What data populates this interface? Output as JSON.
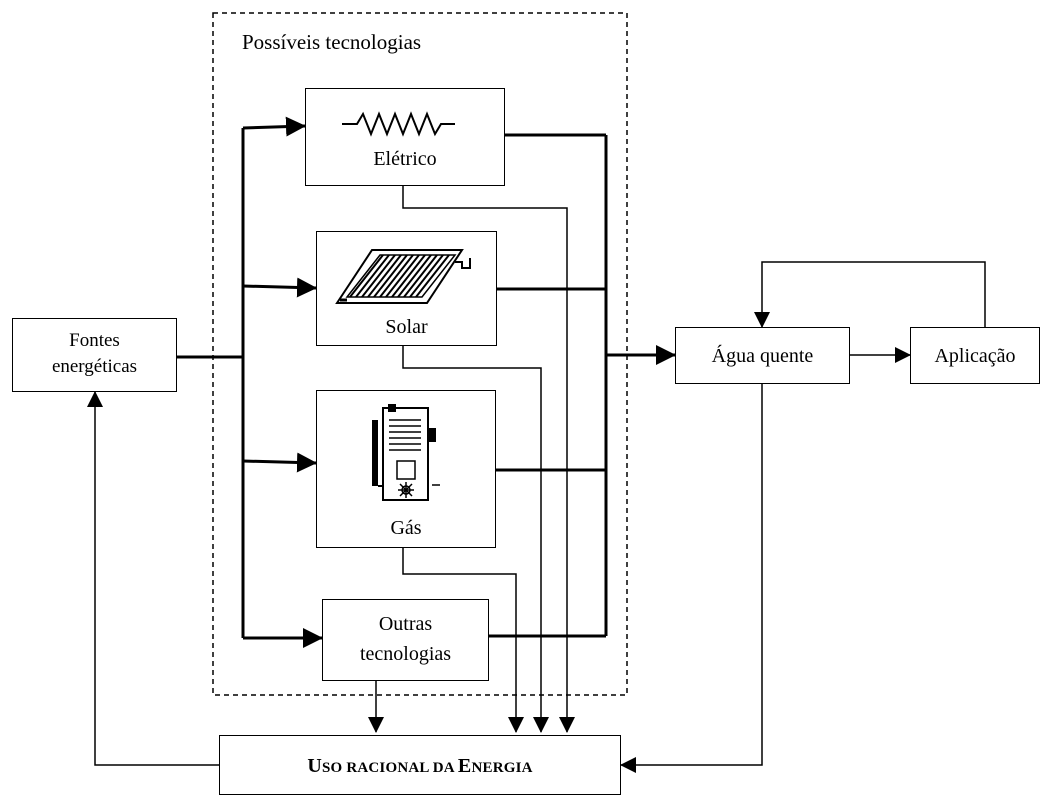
{
  "group_title": "Possíveis tecnologias",
  "sources": {
    "line1": "Fontes",
    "line2": "energéticas"
  },
  "technologies": {
    "electric": "Elétrico",
    "solar": "Solar",
    "gas": "Gás",
    "other": {
      "line1": "Outras",
      "line2": "tecnologias"
    }
  },
  "hot_water": "Água quente",
  "application": "Aplicação",
  "rational_use": {
    "first": "U",
    "rest1": "SO RACIONAL DA ",
    "first2": "E",
    "rest2": "NERGIA"
  },
  "icons": [
    "resistor-icon",
    "solar-collector-icon",
    "gas-heater-icon"
  ]
}
